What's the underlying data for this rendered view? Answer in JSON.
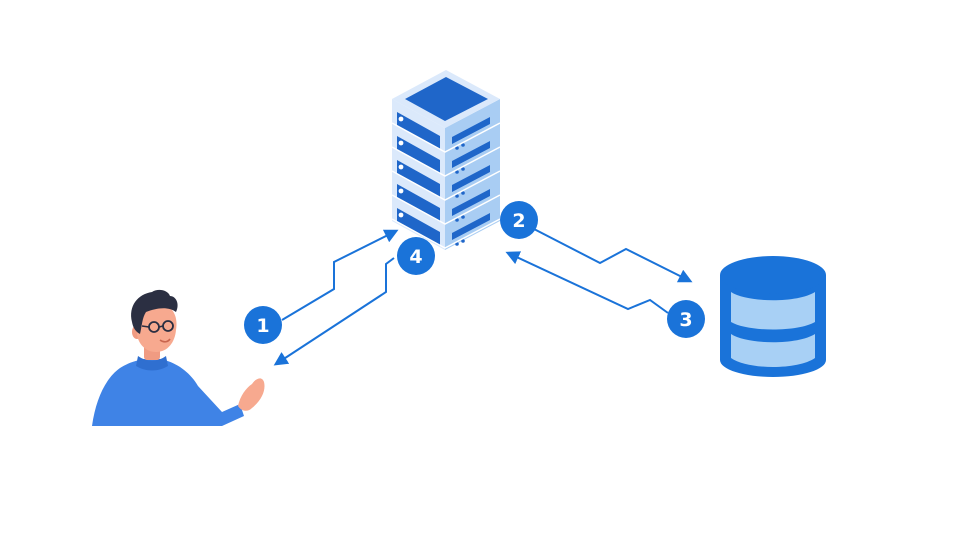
{
  "colors": {
    "accent": "#1a73d9",
    "server_light": "#dbe9fb",
    "server_mid": "#a9cdf3",
    "server_dark": "#1f66c9",
    "db_light": "#a8d0f5",
    "skin": "#f7a98f",
    "hair": "#2b2f42",
    "shirt": "#3f83e6"
  },
  "steps": [
    {
      "label": "1"
    },
    {
      "label": "2"
    },
    {
      "label": "3"
    },
    {
      "label": "4"
    }
  ],
  "icons": [
    "person-illustration",
    "server-icon",
    "database-icon"
  ]
}
